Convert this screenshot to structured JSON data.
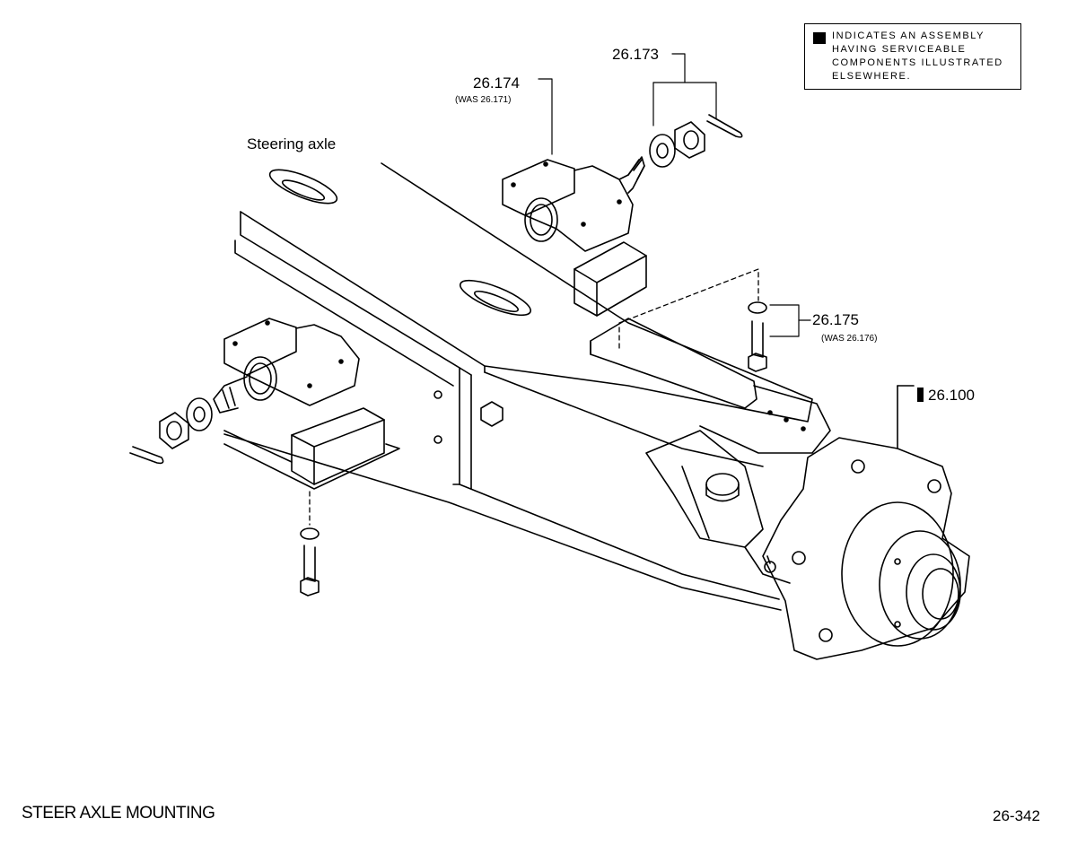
{
  "legend": {
    "lines": [
      "INDICATES AN ASSEMBLY",
      "HAVING SERVICEABLE",
      "COMPONENTS ILLUSTRATED",
      "ELSEWHERE."
    ]
  },
  "labels": {
    "title": "Steering axle",
    "p173": "26.173",
    "p174": "26.174",
    "p174_was": "(WAS 26.171)",
    "p175": "26.175",
    "p175_was": "(WAS 26.176)",
    "p100": "26.100"
  },
  "footer": {
    "caption": "STEER AXLE MOUNTING",
    "page_number": "26-342"
  }
}
